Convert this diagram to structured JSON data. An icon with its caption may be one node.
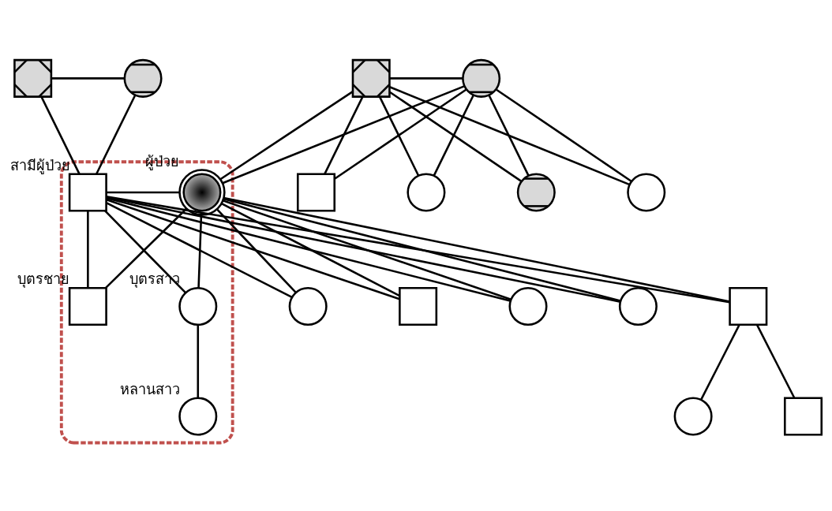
{
  "diagram": {
    "nodes": [
      {
        "text": [],
        "shape": "crossed-square"
      },
      {
        "text": [],
        "shape": "crossed-circle"
      },
      {
        "text": [],
        "shape": "crossed-square"
      },
      {
        "text": [],
        "shape": "crossed-circle"
      },
      {
        "text": [],
        "shape": "outline"
      },
      {
        "text": [],
        "shape": "square",
        "in": 4,
        "beside": [
          "สามีผู้ป่วย"
        ]
      },
      {
        "text": [],
        "shape": "dot-circle",
        "in": 4,
        "beside": [
          "ผู้ป่วย"
        ]
      },
      {
        "text": [],
        "shape": "circle"
      },
      {
        "text": [],
        "shape": "square"
      },
      {
        "text": [],
        "shape": "circle"
      },
      {
        "text": [],
        "shape": "crossed-circle"
      },
      {
        "text": [],
        "shape": "circle"
      },
      {
        "text": [],
        "shape": "square",
        "in": 4,
        "beside": [
          "บุตรชาย"
        ]
      },
      {
        "text": [],
        "shape": "circle",
        "in": 4,
        "beside": [
          "บุตรสาว"
        ]
      },
      {
        "text": [],
        "shape": "circle"
      },
      {
        "text": [],
        "shape": "square"
      },
      {
        "text": [],
        "shape": "circle"
      },
      {
        "text": [],
        "shape": "square"
      },
      {
        "text": [],
        "shape": "circle",
        "in": 4,
        "beside": [
          "หลานสาว"
        ]
      },
      {
        "text": [],
        "shape": "square"
      },
      {
        "text": [],
        "shape": "circle"
      }
    ],
    "edges": [
      {
        "from": 0,
        "to": 1,
        "arrow": "none"
      },
      {
        "from": 0,
        "to": 5,
        "arrow": "none"
      },
      {
        "from": 1,
        "to": 5,
        "arrow": "none"
      },
      {
        "from": 2,
        "to": 3,
        "arrow": "none"
      },
      {
        "from": 2,
        "to": 6,
        "arrow": "none"
      },
      {
        "from": 3,
        "to": 6,
        "arrow": "none"
      },
      {
        "from": 2,
        "to": 7,
        "arrow": "none"
      },
      {
        "from": 3,
        "to": 7,
        "arrow": "none"
      },
      {
        "from": 2,
        "to": 8,
        "arrow": "none"
      },
      {
        "from": 3,
        "to": 8,
        "arrow": "none"
      },
      {
        "from": 2,
        "to": 9,
        "arrow": "none"
      },
      {
        "from": 3,
        "to": 9,
        "arrow": "none"
      },
      {
        "from": 2,
        "to": 10,
        "arrow": "none"
      },
      {
        "from": 3,
        "to": 10,
        "arrow": "none"
      },
      {
        "from": 5,
        "to": 6,
        "arrow": "none"
      },
      {
        "from": 5,
        "to": 11,
        "arrow": "none"
      },
      {
        "from": 6,
        "to": 11,
        "arrow": "none"
      },
      {
        "from": 5,
        "to": 12,
        "arrow": "none"
      },
      {
        "from": 6,
        "to": 12,
        "arrow": "none"
      },
      {
        "from": 5,
        "to": 13,
        "arrow": "none"
      },
      {
        "from": 6,
        "to": 13,
        "arrow": "none"
      },
      {
        "from": 5,
        "to": 14,
        "arrow": "none"
      },
      {
        "from": 6,
        "to": 14,
        "arrow": "none"
      },
      {
        "from": 5,
        "to": 15,
        "arrow": "none"
      },
      {
        "from": 6,
        "to": 15,
        "arrow": "none"
      },
      {
        "from": 5,
        "to": 16,
        "arrow": "none"
      },
      {
        "from": 6,
        "to": 16,
        "arrow": "none"
      },
      {
        "from": 5,
        "to": 17,
        "arrow": "none"
      },
      {
        "from": 6,
        "to": 17,
        "arrow": "none"
      },
      {
        "from": 13,
        "to": 18,
        "arrow": "none"
      },
      {
        "from": 15,
        "to": 19,
        "arrow": "none"
      },
      {
        "from": 15,
        "to": 20,
        "arrow": "none"
      }
    ]
  }
}
